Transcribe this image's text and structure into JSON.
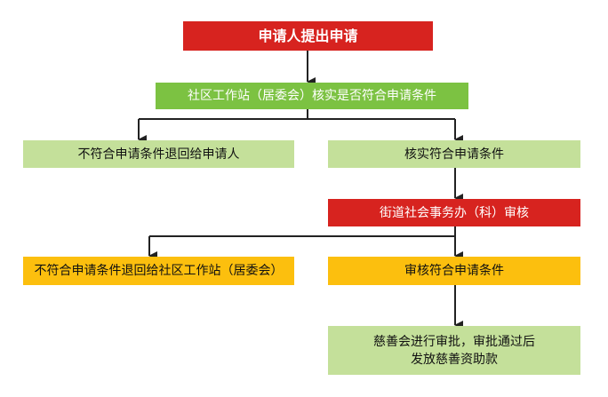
{
  "flowchart": {
    "applicant_submits": "申请人提出申请",
    "community_verify": "社区工作站（居委会）核实是否符合申请条件",
    "reject_to_applicant": "不符合申请条件退回给申请人",
    "verified_eligible": "核实符合申请条件",
    "street_review": "街道社会事务办（科）审核",
    "reject_to_community": "不符合申请条件退回给社区工作站（居委会）",
    "review_eligible": "审核符合申请条件",
    "final_line1": "慈善会进行审批，审批通过后",
    "final_line2": "发放慈善资助款"
  },
  "colors": {
    "red": "#d7231f",
    "green": "#7cc242",
    "light_green": "#c4e09a",
    "yellow": "#fcbf0e",
    "connector": "#222222"
  }
}
